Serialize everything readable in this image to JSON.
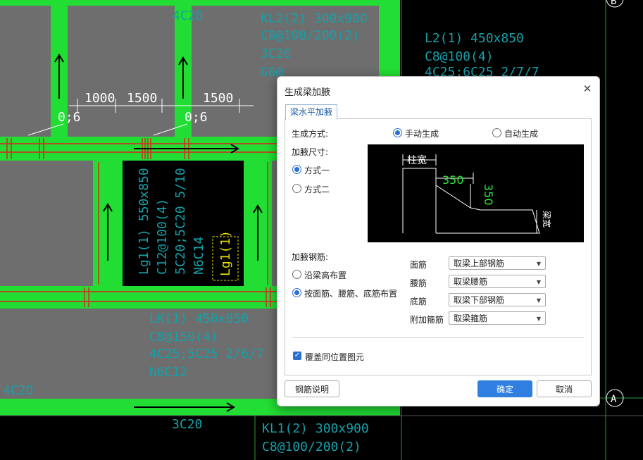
{
  "cad": {
    "texts": {
      "top_4c20": "4C20",
      "kl2_line1": "KL2(2) 300x900",
      "kl2_line2": "C8@100/200(2)",
      "kl2_line3": "3C20",
      "kl2_line4": "G6@",
      "l2_line1": "L2(1) 450x850",
      "l2_line2": "C8@100(4)",
      "l2_line3": "4C25;6C25 2/7/7",
      "dim_1000": "1000",
      "dim_1500a": "1500",
      "dim_1500b": "1500",
      "haunch_a": "0;6",
      "haunch_b": "0;6",
      "lg1_line1": "Lg1(1) 550x850",
      "lg1_line2": "C12@100(4)",
      "lg1_line3": "5C20;5C20 5/10",
      "lg1_line4": "N6C14",
      "lg1_yellow": "Lg1(1)",
      "kl_bottom_line1": "LK(1) 450x850",
      "kl_bottom_line2": "C8@150(4)",
      "kl_bottom_line3": "4C25;5C25 2/6/7",
      "kl_bottom_line4": "N6C12",
      "left_4c20": "4C20",
      "bottom_3c20": "3C20",
      "kl1_line1": "KL1(2) 300x900",
      "kl1_line2": "C8@100/200(2)",
      "axis_b": "B",
      "axis_a": "A"
    }
  },
  "dialog": {
    "title": "生成梁加腋",
    "tab_label": "梁水平加腋",
    "gen_method_label": "生成方式:",
    "manual_label": "手动生成",
    "auto_label": "自动生成",
    "haunch_size_label": "加腋尺寸:",
    "method1_label": "方式一",
    "method2_label": "方式二",
    "preview": {
      "column_width_label": "柱宽",
      "horizontal_size": "350",
      "vertical_size": "350",
      "beam_width_label": "梁宽"
    },
    "rebar_label": "加腋钢筋:",
    "along_height_label": "沿梁高布置",
    "by_bars_label": "按面筋、腰筋、底筋布置",
    "rows": [
      {
        "label": "面筋",
        "value": "取梁上部钢筋"
      },
      {
        "label": "腰筋",
        "value": "取梁腰筋"
      },
      {
        "label": "底筋",
        "value": "取梁下部钢筋"
      },
      {
        "label": "附加箍筋",
        "value": "取梁箍筋"
      }
    ],
    "override_label": "覆盖同位置图元",
    "rebar_desc_button": "钢筋说明",
    "ok_button": "确定",
    "cancel_button": "取消"
  },
  "colors": {
    "beam_green": "#22dd33",
    "cad_cyan": "#16a0a8",
    "cad_white": "#ffffff",
    "cad_yellow": "#e8e000",
    "rebar_red": "#e02020",
    "slab_gray": "#6e6e6e",
    "accent_blue": "#2f7ee0"
  }
}
